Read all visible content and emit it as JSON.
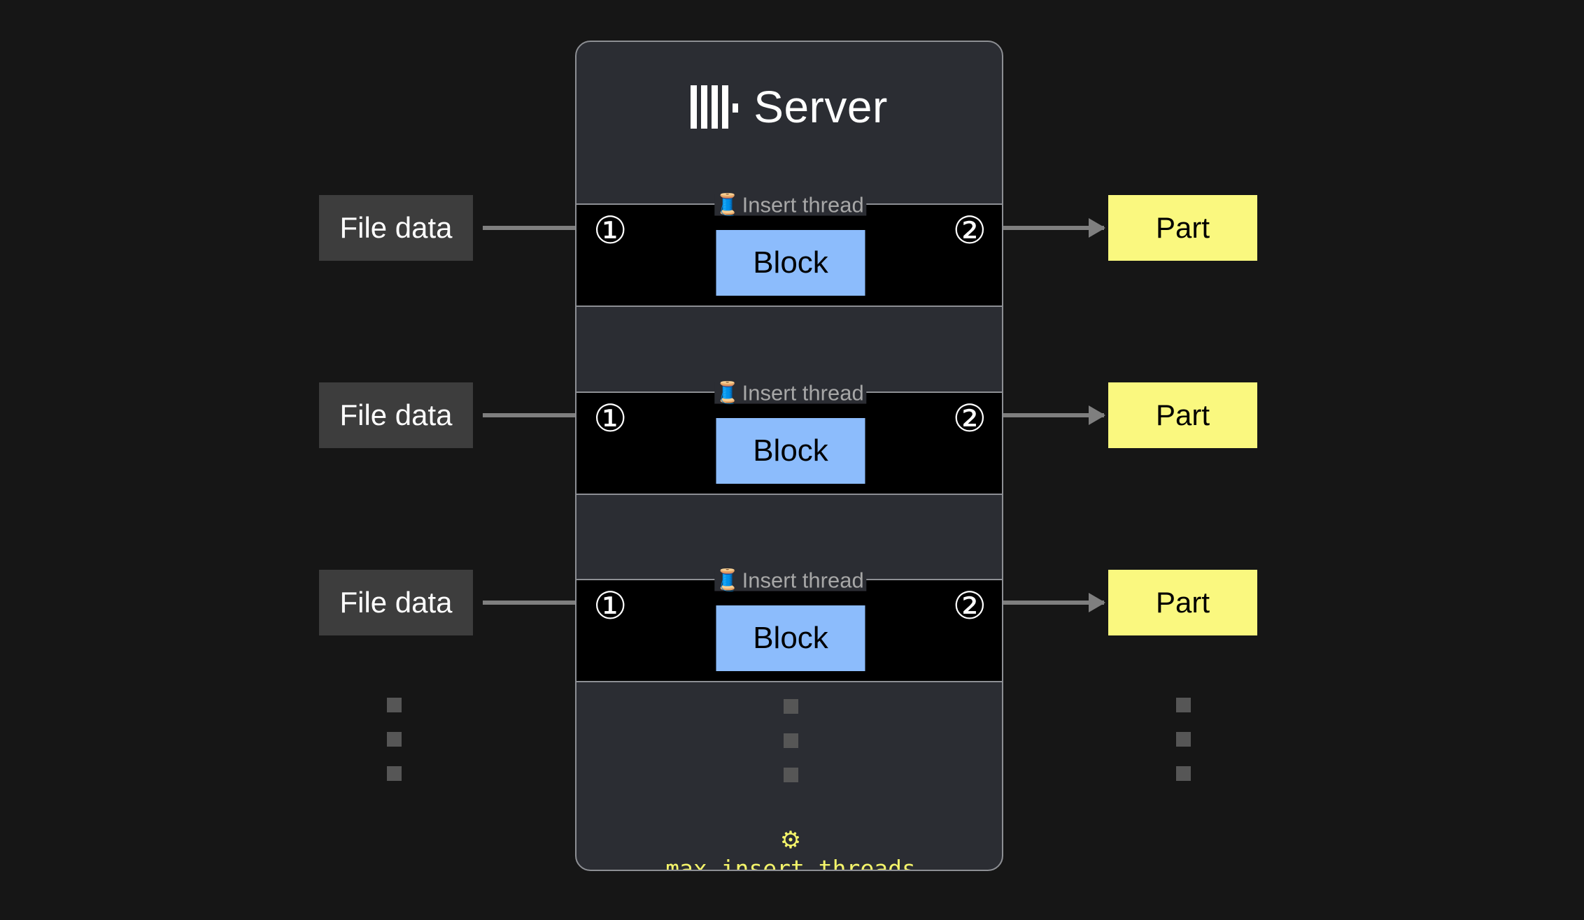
{
  "background_color": "#161616",
  "server": {
    "title": "Server",
    "logo_icon": "clickhouse-logo-icon",
    "panel_color": "#2b2d33",
    "panel_border_color": "#8d8f94"
  },
  "lanes": [
    {
      "legend_icon": "🧵",
      "legend_icon_name": "thread-spool-icon",
      "legend_label": "Insert thread",
      "step_in": "①",
      "step_out": "②",
      "block_label": "Block",
      "block_color": "#8cbcfc",
      "lane_color": "#000000"
    },
    {
      "legend_icon": "🧵",
      "legend_icon_name": "thread-spool-icon",
      "legend_label": "Insert thread",
      "step_in": "①",
      "step_out": "②",
      "block_label": "Block",
      "block_color": "#8cbcfc",
      "lane_color": "#000000"
    },
    {
      "legend_icon": "🧵",
      "legend_icon_name": "thread-spool-icon",
      "legend_label": "Insert thread",
      "step_in": "①",
      "step_out": "②",
      "block_label": "Block",
      "block_color": "#8cbcfc",
      "lane_color": "#000000"
    }
  ],
  "inputs": [
    {
      "label": "File data",
      "color": "#3d3d3d"
    },
    {
      "label": "File data",
      "color": "#3d3d3d"
    },
    {
      "label": "File data",
      "color": "#3d3d3d"
    }
  ],
  "outputs": [
    {
      "label": "Part",
      "color": "#faf87f"
    },
    {
      "label": "Part",
      "color": "#faf87f"
    },
    {
      "label": "Part",
      "color": "#faf87f"
    }
  ],
  "ellipsis": {
    "dot_color": "#565656",
    "dot_count": 3
  },
  "setting": {
    "gear_icon": "⚙",
    "gear_icon_name": "gear-icon",
    "name": "max_insert_threads",
    "color": "#f4f46a"
  },
  "arrows": {
    "color": "#7f7f7f",
    "inbound_count": 3,
    "outbound_count": 3
  }
}
